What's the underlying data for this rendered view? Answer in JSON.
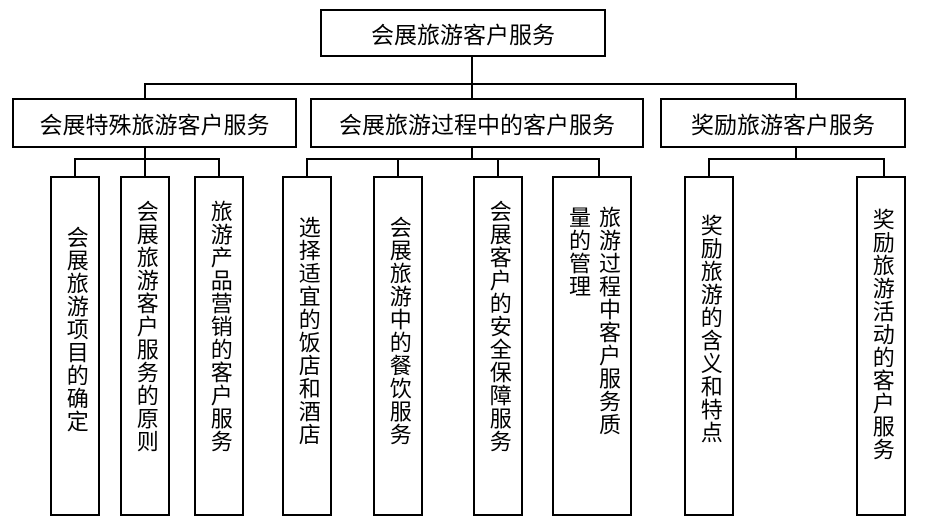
{
  "root": {
    "label": "会展旅游客户服务"
  },
  "branches": [
    {
      "label": "会展特殊旅游客户服务",
      "children": [
        {
          "label": "会展旅游项目的确定"
        },
        {
          "label": "会展旅游客户服务的原则"
        },
        {
          "label": "旅游产品营销的客户服务"
        }
      ]
    },
    {
      "label": "会展旅游过程中的客户服务",
      "children": [
        {
          "label": "选择适宜的饭店和酒店"
        },
        {
          "label": "会展旅游中的餐饮服务"
        },
        {
          "label": "会展客户的安全保障服务"
        },
        {
          "label": "旅游过程中客户服务质量的管理"
        }
      ]
    },
    {
      "label": "奖励旅游客户服务",
      "children": [
        {
          "label": "奖励旅游的含义和特点"
        },
        {
          "label": "奖励旅游活动的客户服务"
        }
      ]
    }
  ]
}
